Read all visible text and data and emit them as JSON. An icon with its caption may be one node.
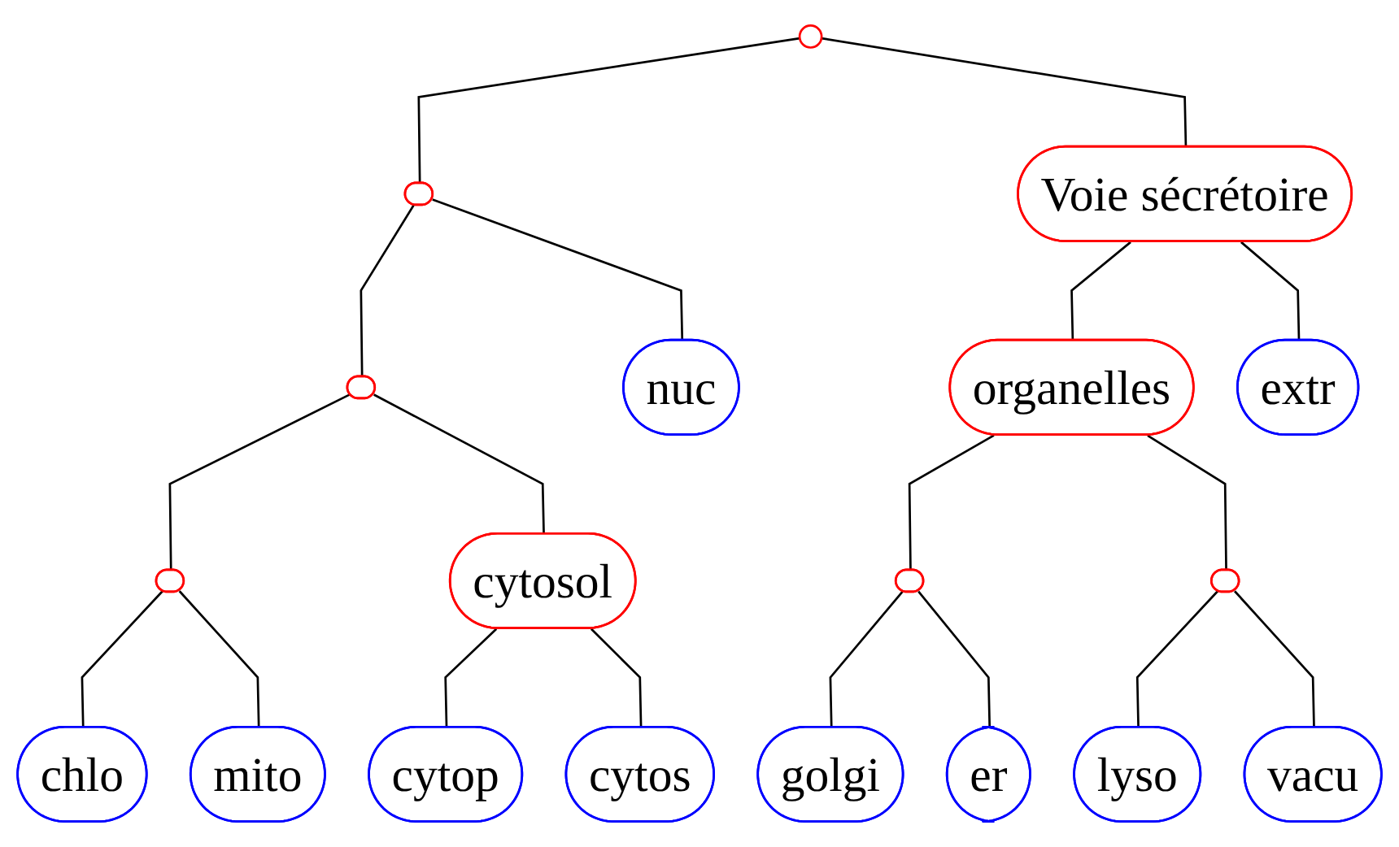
{
  "diagram": {
    "nodes": [
      {
        "text": [],
        "shape": "circle"
      },
      {
        "text": [],
        "shape": "ellipse"
      },
      {
        "text": [
          "Voie sécrétoire"
        ]
      },
      {
        "text": [],
        "shape": "ellipse"
      },
      {
        "text": [
          "nuc"
        ]
      },
      {
        "text": [
          "organelles"
        ]
      },
      {
        "text": [
          "extr"
        ]
      },
      {
        "text": [],
        "shape": "ellipse"
      },
      {
        "text": [
          "cytosol"
        ]
      },
      {
        "text": [],
        "shape": "ellipse"
      },
      {
        "text": [],
        "shape": "ellipse"
      },
      {
        "text": [
          "chlo"
        ]
      },
      {
        "text": [
          "mito"
        ]
      },
      {
        "text": [
          "cytop"
        ]
      },
      {
        "text": [
          "cytos"
        ]
      },
      {
        "text": [
          "golgi"
        ]
      },
      {
        "text": [
          "er"
        ]
      },
      {
        "text": [
          "lyso"
        ]
      },
      {
        "text": [
          "vacu"
        ]
      }
    ],
    "edges": [
      {
        "from": 0,
        "to": 1,
        "arrow": "none"
      },
      {
        "from": 0,
        "to": 2,
        "arrow": "none"
      },
      {
        "from": 1,
        "to": 3,
        "arrow": "none"
      },
      {
        "from": 1,
        "to": 4,
        "arrow": "none"
      },
      {
        "from": 2,
        "to": 5,
        "arrow": "none"
      },
      {
        "from": 2,
        "to": 6,
        "arrow": "none"
      },
      {
        "from": 3,
        "to": 7,
        "arrow": "none"
      },
      {
        "from": 3,
        "to": 8,
        "arrow": "none"
      },
      {
        "from": 5,
        "to": 9,
        "arrow": "none"
      },
      {
        "from": 5,
        "to": 10,
        "arrow": "none"
      },
      {
        "from": 7,
        "to": 11,
        "arrow": "none"
      },
      {
        "from": 7,
        "to": 12,
        "arrow": "none"
      },
      {
        "from": 8,
        "to": 13,
        "arrow": "none"
      },
      {
        "from": 8,
        "to": 14,
        "arrow": "none"
      },
      {
        "from": 9,
        "to": 15,
        "arrow": "none"
      },
      {
        "from": 9,
        "to": 16,
        "arrow": "none"
      },
      {
        "from": 10,
        "to": 17,
        "arrow": "none"
      },
      {
        "from": 10,
        "to": 18,
        "arrow": "none"
      }
    ]
  }
}
